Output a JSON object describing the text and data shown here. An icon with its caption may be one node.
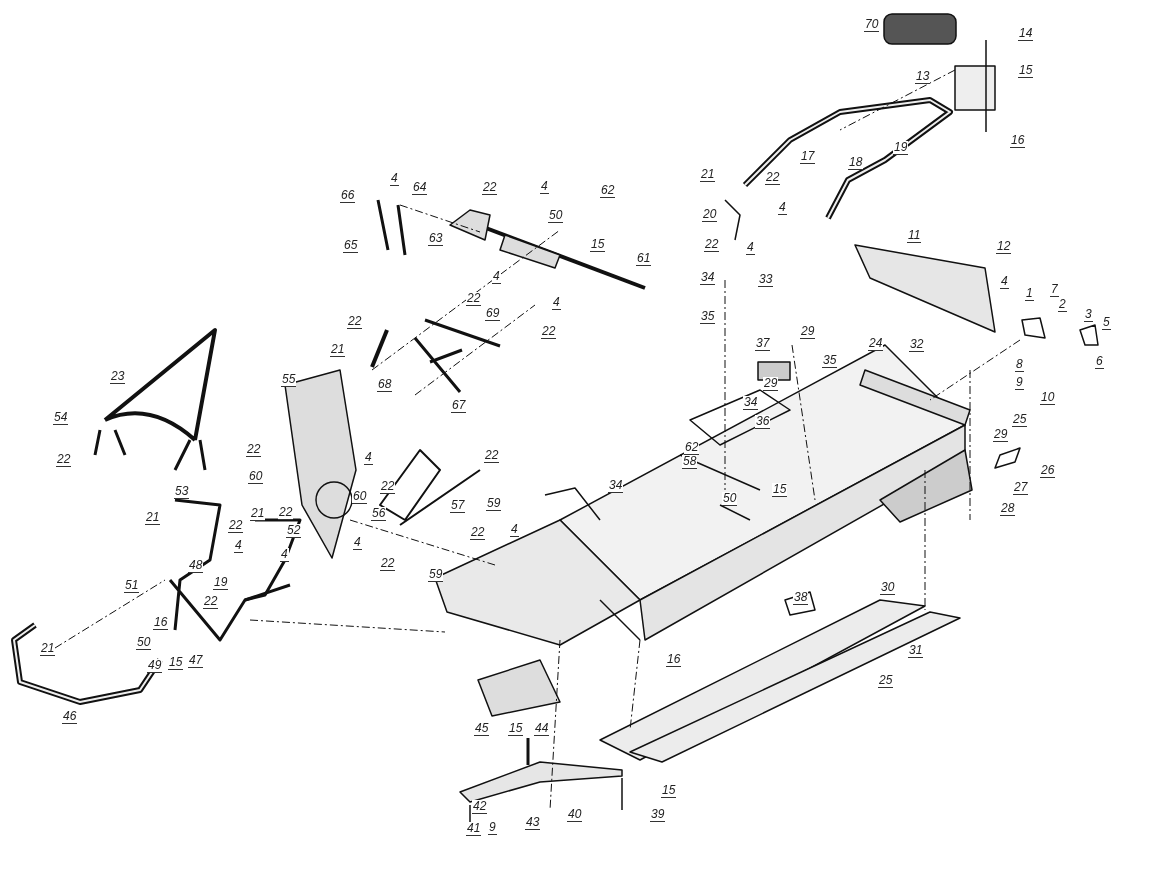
{
  "diagram": {
    "labels": [
      "70",
      "14",
      "15",
      "13",
      "16",
      "17",
      "18",
      "19",
      "4",
      "66",
      "64",
      "22",
      "4",
      "62",
      "21",
      "22",
      "4",
      "65",
      "63",
      "50",
      "15",
      "20",
      "22",
      "4",
      "61",
      "11",
      "12",
      "4",
      "34",
      "33",
      "22",
      "4",
      "22",
      "69",
      "35",
      "29",
      "35",
      "4",
      "1",
      "7",
      "2",
      "3",
      "5",
      "8",
      "6",
      "9",
      "10",
      "23",
      "54",
      "22",
      "22",
      "21",
      "68",
      "67",
      "55",
      "37",
      "29",
      "24",
      "32",
      "25",
      "34",
      "29",
      "36",
      "22",
      "60",
      "62",
      "58",
      "4",
      "22",
      "60",
      "22",
      "59",
      "56",
      "57",
      "53",
      "21",
      "22",
      "21",
      "22",
      "4",
      "52",
      "4",
      "34",
      "15",
      "50",
      "26",
      "27",
      "28",
      "22",
      "4",
      "4",
      "22",
      "59",
      "48",
      "51",
      "19",
      "22",
      "16",
      "21",
      "50",
      "49",
      "15",
      "47",
      "46",
      "16",
      "30",
      "38",
      "31",
      "25",
      "45",
      "15",
      "44",
      "15",
      "42",
      "43",
      "40",
      "39",
      "41",
      "9"
    ]
  }
}
